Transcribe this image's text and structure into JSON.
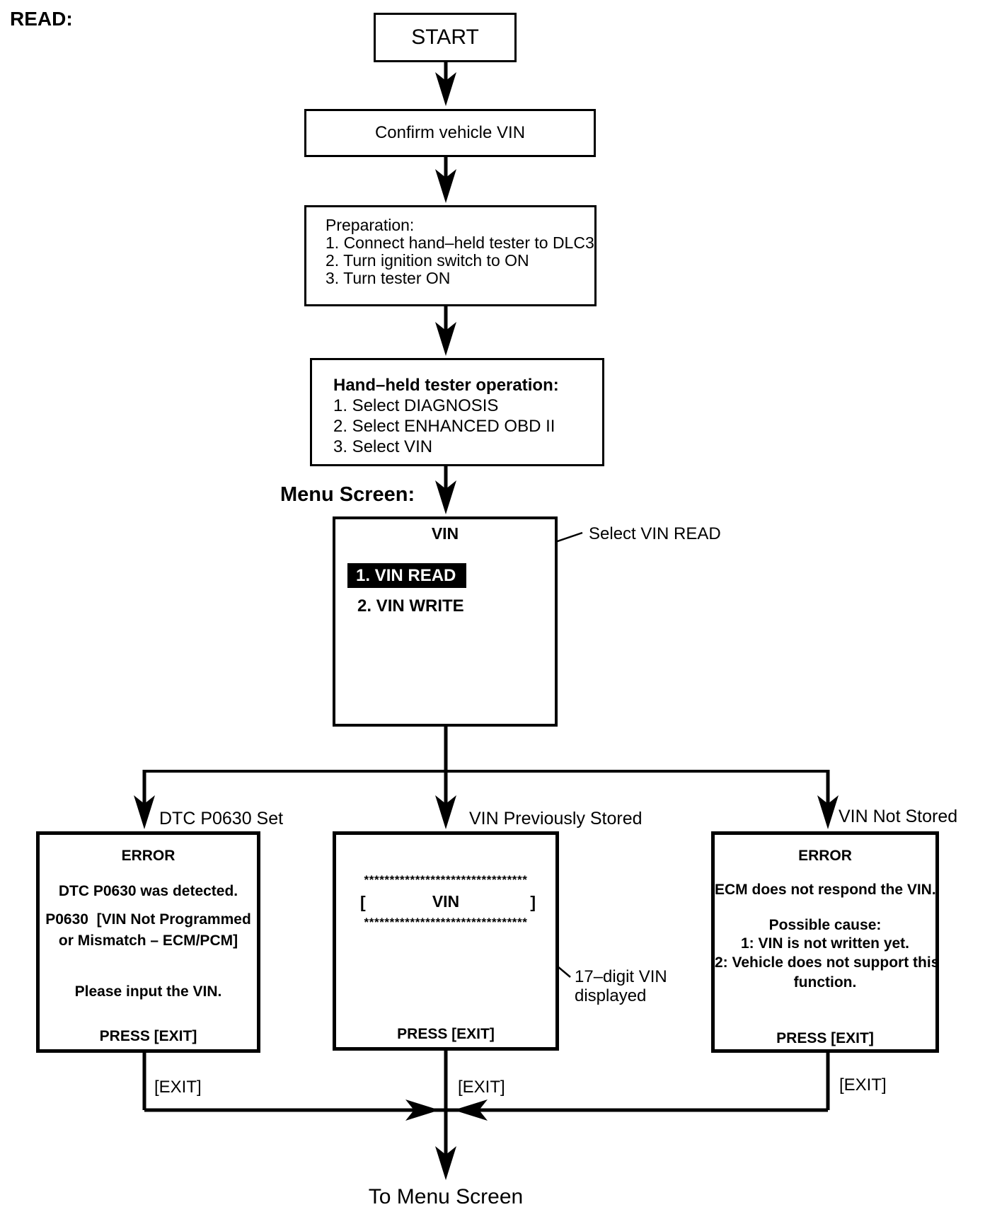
{
  "colors": {
    "ink": "#000000",
    "paper": "#ffffff",
    "highlight_bg": "#000000",
    "highlight_text": "#ffffff"
  },
  "header": {
    "read_label": "READ:"
  },
  "flow": {
    "start_label": "START",
    "confirm_label": "Confirm vehicle VIN",
    "preparation": {
      "title": "Preparation:",
      "steps": [
        "1. Connect hand–held tester to DLC3",
        "2. Turn ignition switch to ON",
        "3. Turn tester ON"
      ]
    },
    "tester_operation": {
      "title": "Hand–held tester operation:",
      "steps": [
        "1. Select DIAGNOSIS",
        "2. Select ENHANCED OBD II",
        "3. Select VIN"
      ]
    },
    "menu_screen_label": "Menu Screen:",
    "menu_screen": {
      "title": "VIN",
      "selected_item": "1. VIN READ",
      "item_2": "2. VIN WRITE"
    },
    "select_annotation": "Select VIN READ",
    "to_menu_label": "To Menu Screen"
  },
  "branches": {
    "dtc_set": {
      "label": "DTC P0630 Set",
      "screen_title": "ERROR",
      "lines": [
        "DTC P0630 was detected.",
        "P0630  [VIN Not Programmed",
        "or Mismatch – ECM/PCM]",
        "Please input the VIN."
      ],
      "press_label": "PRESS [EXIT]",
      "exit_label": "[EXIT]"
    },
    "vin_stored": {
      "label": "VIN Previously Stored",
      "asterisk_row": "********************************",
      "bracket_open": "[",
      "vin_label": "VIN",
      "bracket_close": "]",
      "press_label": "PRESS [EXIT]",
      "exit_label": "[EXIT]",
      "annotation": {
        "line1": "17–digit VIN",
        "line2": "displayed"
      }
    },
    "vin_not_stored": {
      "label": "VIN Not Stored",
      "screen_title": "ERROR",
      "lines": [
        "ECM does not respond the VIN.",
        "Possible cause:",
        "1: VIN is not written yet.",
        "2: Vehicle does not support this",
        "function."
      ],
      "press_label": "PRESS [EXIT]",
      "exit_label": "[EXIT]"
    }
  }
}
